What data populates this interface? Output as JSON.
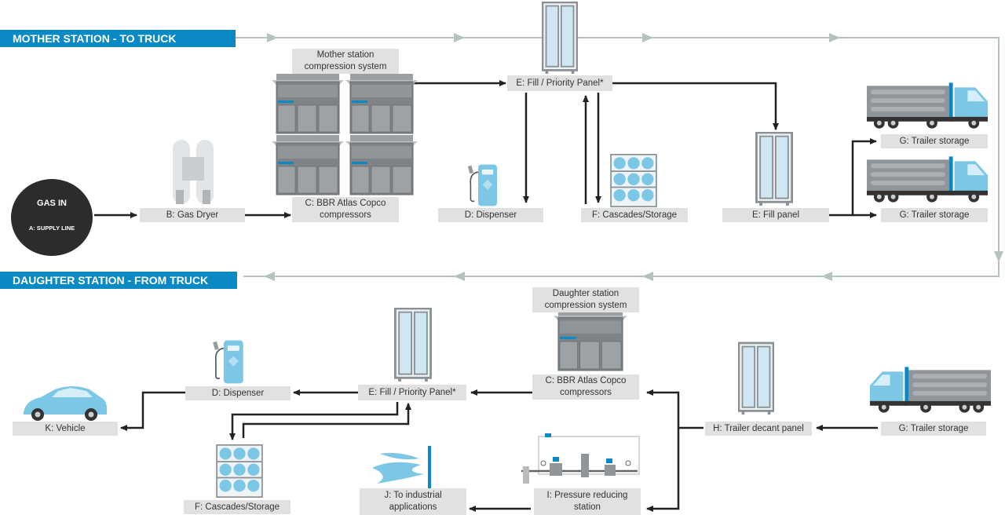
{
  "banners": {
    "mother": "MOTHER STATION - TO TRUCK",
    "daughter": "DAUGHTER STATION - FROM TRUCK"
  },
  "gas_in": {
    "title": "GAS IN",
    "subtitle": "A: SUPPLY LINE"
  },
  "mother": {
    "compression_header": "Mother station compression system",
    "gas_dryer": "B: Gas Dryer",
    "compressors": "C: BBR Atlas Copco compressors",
    "dispenser": "D: Dispenser",
    "priority_panel": "E: Fill / Priority Panel*",
    "cascades": "F: Cascades/Storage",
    "fill_panel": "E: Fill panel",
    "trailer_1": "G: Trailer storage",
    "trailer_2": "G: Trailer storage"
  },
  "daughter": {
    "compression_header": "Daughter station compression system",
    "compressors": "C: BBR Atlas Copco compressors",
    "priority_panel": "E: Fill / Priority Panel*",
    "dispenser": "D: Dispenser",
    "vehicle": "K: Vehicle",
    "cascades": "F: Cascades/Storage",
    "industrial": "J: To industrial applications",
    "pressure_station": "I: Pressure reducing station",
    "decant_panel": "H: Trailer decant panel",
    "trailer": "G: Trailer storage"
  },
  "colors": {
    "accent_blue": "#0a8ac4",
    "light_blue": "#7cc6e6",
    "flow_line": "#b5c2bd",
    "arrow": "#222222",
    "label_bg": "#e1e1e1",
    "equipment_grey": "#8f9598"
  }
}
